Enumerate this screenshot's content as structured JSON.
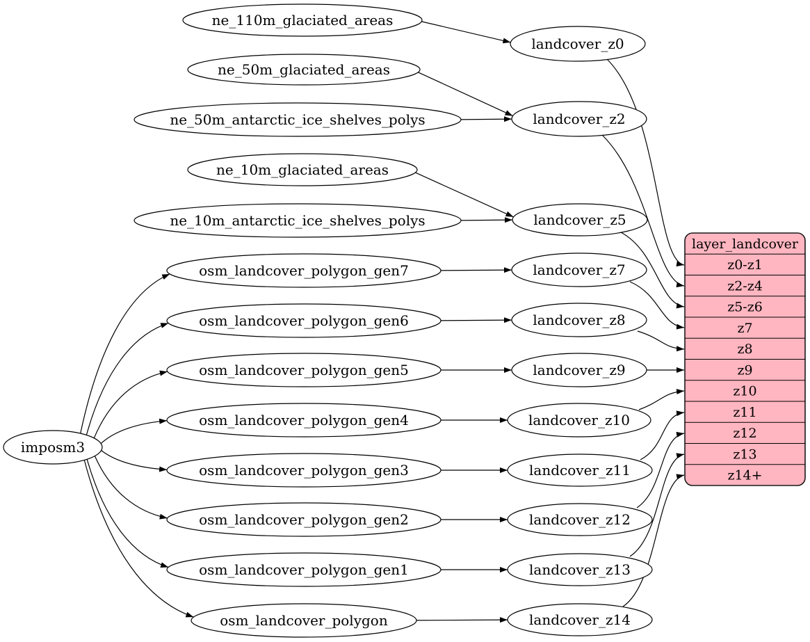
{
  "diagram": {
    "background_color": "#ffffff",
    "edge_color": "#000000",
    "node_fill": "#ffffff",
    "node_stroke": "#000000",
    "text_color": "#000000",
    "table_fill": "#ffb6c1",
    "table_stroke": "#1a1a1a",
    "nodes": [
      {
        "id": "imposm3",
        "label": "imposm3"
      },
      {
        "id": "ne_110m_glaciated_areas",
        "label": "ne_110m_glaciated_areas"
      },
      {
        "id": "ne_50m_glaciated_areas",
        "label": "ne_50m_glaciated_areas"
      },
      {
        "id": "ne_50m_antarctic_ice_shelves_polys",
        "label": "ne_50m_antarctic_ice_shelves_polys"
      },
      {
        "id": "ne_10m_glaciated_areas",
        "label": "ne_10m_glaciated_areas"
      },
      {
        "id": "ne_10m_antarctic_ice_shelves_polys",
        "label": "ne_10m_antarctic_ice_shelves_polys"
      },
      {
        "id": "osm_landcover_polygon_gen7",
        "label": "osm_landcover_polygon_gen7"
      },
      {
        "id": "osm_landcover_polygon_gen6",
        "label": "osm_landcover_polygon_gen6"
      },
      {
        "id": "osm_landcover_polygon_gen5",
        "label": "osm_landcover_polygon_gen5"
      },
      {
        "id": "osm_landcover_polygon_gen4",
        "label": "osm_landcover_polygon_gen4"
      },
      {
        "id": "osm_landcover_polygon_gen3",
        "label": "osm_landcover_polygon_gen3"
      },
      {
        "id": "osm_landcover_polygon_gen2",
        "label": "osm_landcover_polygon_gen2"
      },
      {
        "id": "osm_landcover_polygon_gen1",
        "label": "osm_landcover_polygon_gen1"
      },
      {
        "id": "osm_landcover_polygon",
        "label": "osm_landcover_polygon"
      },
      {
        "id": "landcover_z0",
        "label": "landcover_z0"
      },
      {
        "id": "landcover_z2",
        "label": "landcover_z2"
      },
      {
        "id": "landcover_z5",
        "label": "landcover_z5"
      },
      {
        "id": "landcover_z7",
        "label": "landcover_z7"
      },
      {
        "id": "landcover_z8",
        "label": "landcover_z8"
      },
      {
        "id": "landcover_z9",
        "label": "landcover_z9"
      },
      {
        "id": "landcover_z10",
        "label": "landcover_z10"
      },
      {
        "id": "landcover_z11",
        "label": "landcover_z11"
      },
      {
        "id": "landcover_z12",
        "label": "landcover_z12"
      },
      {
        "id": "landcover_z13",
        "label": "landcover_z13"
      },
      {
        "id": "landcover_z14",
        "label": "landcover_z14"
      }
    ],
    "table": {
      "id": "layer_landcover",
      "title": "layer_landcover",
      "rows": [
        "z0-z1",
        "z2-z4",
        "z5-z6",
        "z7",
        "z8",
        "z9",
        "z10",
        "z11",
        "z12",
        "z13",
        "z14+"
      ]
    },
    "edges": [
      {
        "from": "imposm3",
        "to": "osm_landcover_polygon_gen7"
      },
      {
        "from": "imposm3",
        "to": "osm_landcover_polygon_gen6"
      },
      {
        "from": "imposm3",
        "to": "osm_landcover_polygon_gen5"
      },
      {
        "from": "imposm3",
        "to": "osm_landcover_polygon_gen4"
      },
      {
        "from": "imposm3",
        "to": "osm_landcover_polygon_gen3"
      },
      {
        "from": "imposm3",
        "to": "osm_landcover_polygon_gen2"
      },
      {
        "from": "imposm3",
        "to": "osm_landcover_polygon_gen1"
      },
      {
        "from": "imposm3",
        "to": "osm_landcover_polygon"
      },
      {
        "from": "ne_110m_glaciated_areas",
        "to": "landcover_z0"
      },
      {
        "from": "ne_50m_glaciated_areas",
        "to": "landcover_z2"
      },
      {
        "from": "ne_50m_antarctic_ice_shelves_polys",
        "to": "landcover_z2"
      },
      {
        "from": "ne_10m_glaciated_areas",
        "to": "landcover_z5"
      },
      {
        "from": "ne_10m_antarctic_ice_shelves_polys",
        "to": "landcover_z5"
      },
      {
        "from": "osm_landcover_polygon_gen7",
        "to": "landcover_z7"
      },
      {
        "from": "osm_landcover_polygon_gen6",
        "to": "landcover_z8"
      },
      {
        "from": "osm_landcover_polygon_gen5",
        "to": "landcover_z9"
      },
      {
        "from": "osm_landcover_polygon_gen4",
        "to": "landcover_z10"
      },
      {
        "from": "osm_landcover_polygon_gen3",
        "to": "landcover_z11"
      },
      {
        "from": "osm_landcover_polygon_gen2",
        "to": "landcover_z12"
      },
      {
        "from": "osm_landcover_polygon_gen1",
        "to": "landcover_z13"
      },
      {
        "from": "osm_landcover_polygon",
        "to": "landcover_z14"
      },
      {
        "from": "landcover_z0",
        "to": "layer_landcover",
        "port": "z0-z1"
      },
      {
        "from": "landcover_z2",
        "to": "layer_landcover",
        "port": "z2-z4"
      },
      {
        "from": "landcover_z5",
        "to": "layer_landcover",
        "port": "z5-z6"
      },
      {
        "from": "landcover_z7",
        "to": "layer_landcover",
        "port": "z7"
      },
      {
        "from": "landcover_z8",
        "to": "layer_landcover",
        "port": "z8"
      },
      {
        "from": "landcover_z9",
        "to": "layer_landcover",
        "port": "z9"
      },
      {
        "from": "landcover_z10",
        "to": "layer_landcover",
        "port": "z10"
      },
      {
        "from": "landcover_z11",
        "to": "layer_landcover",
        "port": "z11"
      },
      {
        "from": "landcover_z12",
        "to": "layer_landcover",
        "port": "z12"
      },
      {
        "from": "landcover_z13",
        "to": "layer_landcover",
        "port": "z13"
      },
      {
        "from": "landcover_z14",
        "to": "layer_landcover",
        "port": "z14+"
      }
    ]
  }
}
